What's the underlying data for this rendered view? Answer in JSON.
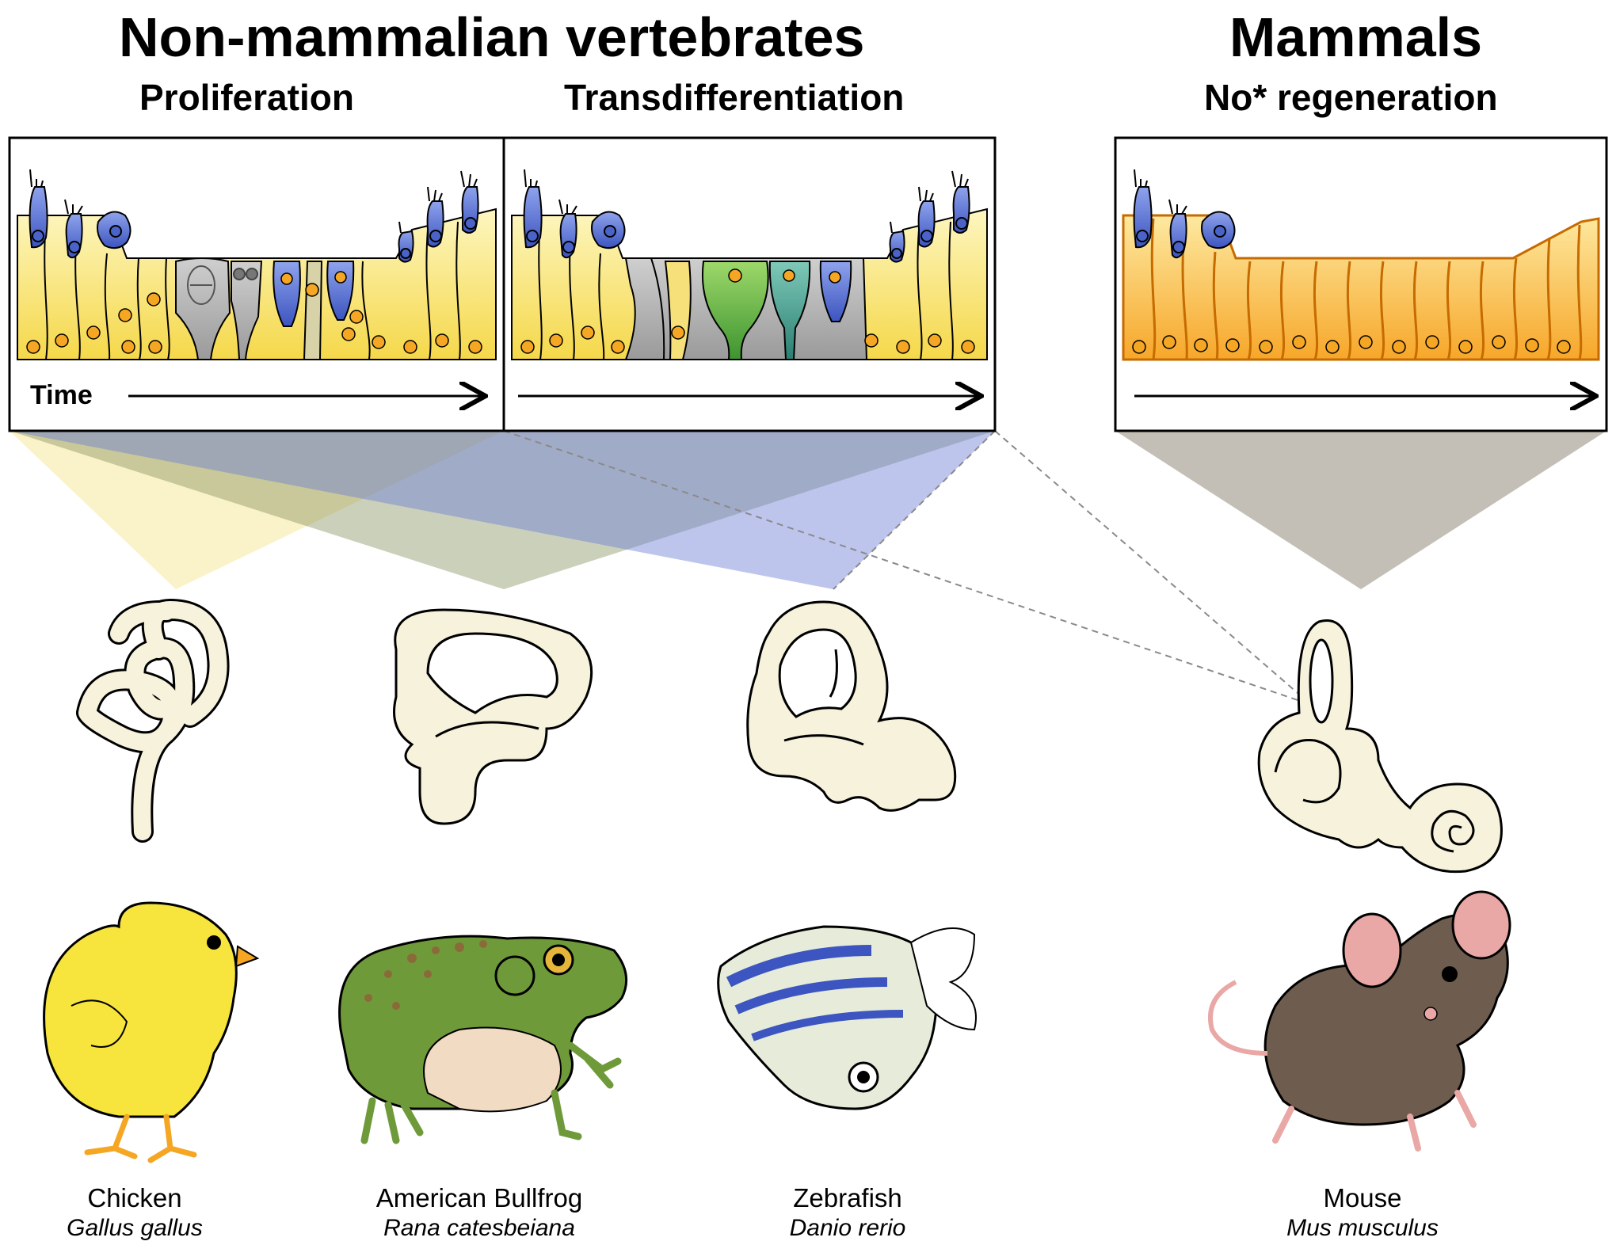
{
  "headers": {
    "non_mammalian": "Non-mammalian vertebrates",
    "mammals": "Mammals",
    "proliferation": "Proliferation",
    "transdifferentiation": "Transdifferentiation",
    "no_regeneration": "No* regeneration"
  },
  "panels": {
    "time_label": "Time"
  },
  "animals": [
    {
      "common": "Chicken",
      "scientific": "Gallus gallus"
    },
    {
      "common": "American Bullfrog",
      "scientific": "Rana catesbeiana"
    },
    {
      "common": "Zebrafish",
      "scientific": "Danio rerio"
    },
    {
      "common": "Mouse",
      "scientific": "Mus musculus"
    }
  ],
  "colors": {
    "support_cell": "#f7e27a",
    "mammal_support_cell": "#f9b43a",
    "hair_cell": "#4a63c9",
    "progenitor": "#b5b5b5",
    "transdiff_green": "#4aaa3c",
    "transdiff_teal": "#2f8f82",
    "nucleus": "#f5a623",
    "inner_ear": "#f6f2dc",
    "chick": "#f7e53d",
    "frog": "#6f9a3a",
    "mouse": "#6e5d4e"
  }
}
